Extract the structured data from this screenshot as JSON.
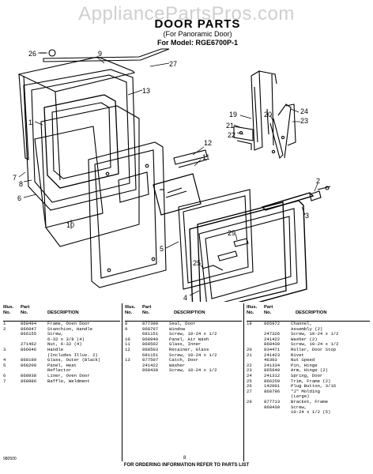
{
  "watermark": "AppliancePartsPros.com",
  "header": {
    "title": "DOOR PARTS",
    "subtitle": "(For Panoramic Door)",
    "model": "For Model: RGE6700P-1"
  },
  "callouts": [
    "26",
    "9",
    "27",
    "13",
    "1",
    "7",
    "8",
    "6",
    "10",
    "11",
    "12",
    "5",
    "25",
    "4",
    "29",
    "3",
    "2",
    "19",
    "21",
    "20",
    "22",
    "24",
    "23"
  ],
  "table": {
    "headers": {
      "illus": "Illus.",
      "no": "No.",
      "part": "Part",
      "part_no": "No.",
      "description": "DESCRIPTION"
    },
    "columns": [
      [
        {
          "illus": "1",
          "part": "868494",
          "desc": "Frame, Oven Door"
        },
        {
          "illus": "2",
          "part": "866047",
          "desc": "Stanchion, Handle"
        },
        {
          "illus": "",
          "part": "866155",
          "desc": "Screw,"
        },
        {
          "illus": "",
          "part": "",
          "desc": "6-32 x 3/8 (4)"
        },
        {
          "illus": "",
          "part": "271462",
          "desc": "Nut, 6-32 (4)"
        },
        {
          "illus": "3",
          "part": "866046",
          "desc": "Handle"
        },
        {
          "illus": "",
          "part": "",
          "desc": "(Includes Illus. 2)"
        },
        {
          "illus": "4",
          "part": "868199",
          "desc": "Glass, Outer (Black)"
        },
        {
          "illus": "5",
          "part": "868200",
          "desc": "Panel, Heat"
        },
        {
          "illus": "",
          "part": "",
          "desc": "Reflector"
        },
        {
          "illus": "6",
          "part": "868938",
          "desc": "Liner, Oven Door"
        },
        {
          "illus": "7",
          "part": "868886",
          "desc": "Baffle, Weldment"
        }
      ],
      [
        {
          "illus": "8",
          "part": "877390",
          "desc": "Seal, Door"
        },
        {
          "illus": "9",
          "part": "868797",
          "desc": "Window"
        },
        {
          "illus": "",
          "part": "681151",
          "desc": "Screw, 10-24 x 1/2"
        },
        {
          "illus": "10",
          "part": "868940",
          "desc": "Panel, Air Wash"
        },
        {
          "illus": "11",
          "part": "868502",
          "desc": "Glass, Inner"
        },
        {
          "illus": "12",
          "part": "868503",
          "desc": "Retainer, Glass"
        },
        {
          "illus": "",
          "part": "681151",
          "desc": "Screw, 10-24 x 1/2"
        },
        {
          "illus": "13",
          "part": "877507",
          "desc": "Catch, Door"
        },
        {
          "illus": "",
          "part": "241422",
          "desc": "Washer"
        },
        {
          "illus": "",
          "part": "868430",
          "desc": "Screw, 10-24 x 1/2"
        }
      ],
      [
        {
          "illus": "19",
          "part": "865972",
          "desc": "Channel,"
        },
        {
          "illus": "",
          "part": "",
          "desc": "Assembly (2)"
        },
        {
          "illus": "",
          "part": "247326",
          "desc": "Screw, 10-24 x 1/2"
        },
        {
          "illus": "",
          "part": "241422",
          "desc": "Washer (2)"
        },
        {
          "illus": "",
          "part": "868430",
          "desc": "Screw, 10-24 x 1/2"
        },
        {
          "illus": "20",
          "part": "834471",
          "desc": "Roller, Door Stop"
        },
        {
          "illus": "21",
          "part": "241423",
          "desc": "Rivet"
        },
        {
          "illus": "",
          "part": "46303",
          "desc": "Nut Speed"
        },
        {
          "illus": "22",
          "part": "241334",
          "desc": "Pin, Hinge"
        },
        {
          "illus": "23",
          "part": "865640",
          "desc": "Arm, Hinge (2)"
        },
        {
          "illus": "24",
          "part": "241312",
          "desc": "Spring, Door"
        },
        {
          "illus": "25",
          "part": "866259",
          "desc": "Trim, Frame (2)"
        },
        {
          "illus": "26",
          "part": "142001",
          "desc": "Plug Button, 3/16"
        },
        {
          "illus": "27",
          "part": "868796",
          "desc": "\"J\" Molding"
        },
        {
          "illus": "",
          "part": "",
          "desc": "(Large)"
        },
        {
          "illus": "29",
          "part": "877713",
          "desc": "Bracket, Frame"
        },
        {
          "illus": "",
          "part": "868430",
          "desc": "Screw,"
        },
        {
          "illus": "",
          "part": "",
          "desc": "10-24 x 1/2 (5)"
        }
      ]
    ]
  },
  "footer": {
    "notice": "FOR ORDERING INFORMATION REFER TO PARTS LIST",
    "page": "8",
    "code": "980500"
  }
}
